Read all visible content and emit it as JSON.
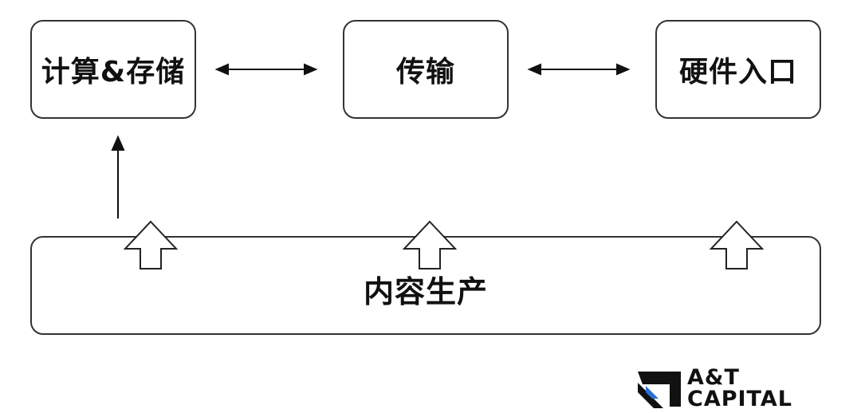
{
  "nodes": {
    "compute_storage": "计算&存储",
    "transmission": "传输",
    "hardware_entry": "硬件入口",
    "content_production": "内容生产"
  },
  "logo": {
    "line1": "A&T",
    "line2": "CAPITAL",
    "accent": "#2a6fd6"
  }
}
